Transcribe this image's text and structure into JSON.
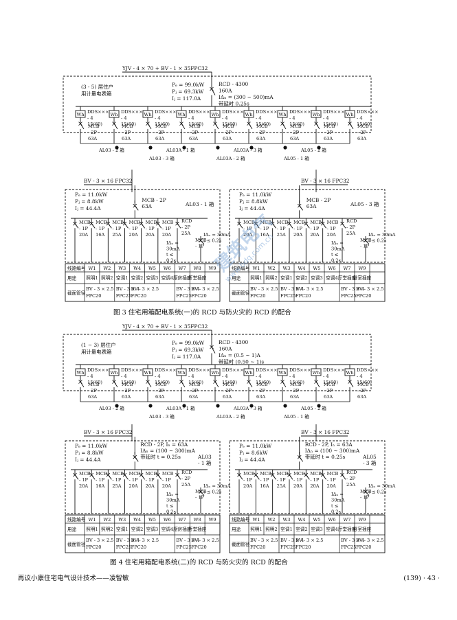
{
  "fig3": {
    "feeder": "YJV - 4 × 70 + BV - 1 × 35FPC32",
    "meter_box": "(3 - 5) 层住户\n用计量电表箱",
    "load": [
      "Pₑ = 99.0kW",
      "Pⱼ = 69.3kW",
      "Iⱼ = 117.0A"
    ],
    "rcd": [
      "RCD - 4300",
      "160A",
      "IΔₙ = (300 ~ 500)mA",
      "带延时 0.25s"
    ],
    "meter_label": "Wh",
    "dds": [
      "DDS×××",
      "- 4",
      "15(60)"
    ],
    "mcb": [
      "MCB",
      "- 2P",
      "63A"
    ],
    "taps": [
      "AL03 - 2 箱",
      "AL03 - 3 箱",
      "AL03A - 1 箱",
      "AL03A - 2 箱",
      "AL03A - 3 箱",
      "AL05 - 1 箱",
      "AL05 - 2 箱"
    ],
    "cable": "BV - 3 × 16 FPC32",
    "left_box": {
      "load": [
        "Pₑ = 11.0kW",
        "Pⱼ = 8.8kW",
        "Iⱼ = 44.4A"
      ],
      "main": [
        "MCB - 2P",
        "63A"
      ],
      "name": "AL03 - 1 箱",
      "branches": [
        [
          "MCB",
          "- 1P",
          "20A"
        ],
        [
          "MCB",
          "- 1P",
          "16A"
        ],
        [
          "MCB",
          "- 1P",
          "25A"
        ],
        [
          "MCB",
          "- 1P",
          "20A"
        ],
        [
          "MCB",
          "- 1P",
          "20A"
        ],
        [
          "MCB",
          "- 1P",
          "20A"
        ]
      ],
      "rcd": [
        "RCD",
        "- 2P",
        "25A",
        "IΔₙ = 30mA",
        "t ≤ 0.2s"
      ],
      "rcd_small": [
        "MCB",
        "- 1P",
        "IΔₙ = 30mA",
        "t ≤ 0.2s"
      ]
    },
    "right_box": {
      "cable": "BV - 3 × 16 FPC32",
      "load": [
        "Pₑ = 11.0kW",
        "Pⱼ = 8.8kW",
        "Iⱼ = 44.4A"
      ],
      "main": [
        "MCB - 2P",
        "63A"
      ],
      "name": "AL05 - 3 箱"
    },
    "table": {
      "rows": [
        "线路编号",
        "用途",
        "截面管径"
      ],
      "left": {
        "codes": [
          "W1",
          "W2",
          "W3",
          "W4",
          "W5",
          "W6",
          "W7",
          "W8",
          "W9"
        ],
        "uses": [
          "照明1",
          "照明2",
          "空调1",
          "空调2",
          "空调3",
          "空调4",
          "厨房插座",
          "厅堂插座",
          ""
        ],
        "sizes": [
          "BV - 3 × 2.5 FPC20",
          "BV - 3 × 4 FPC25",
          "BV - 3 × 2.5 FPC20",
          "BV - 3 × 4 FPC25",
          "BV - 3 × 2.5 FPC20"
        ]
      },
      "right": {
        "codes": [
          "W1",
          "W2",
          "W3",
          "W4",
          "W5",
          "W6",
          "W7",
          "W9"
        ],
        "uses": [
          "照明1",
          "照明2",
          "空调1",
          "空调2",
          "空调3",
          "空调4",
          "厅堂插座",
          "卧室插座"
        ],
        "sizes": [
          "BV - 3 × 2.5 FPC20",
          "BV - 3 × 4 FPC25",
          "BV - 3 × 2.5 FPC20",
          "BV - 3 × 4 FPC25",
          "BV - 3 × 2.5 FPC20"
        ]
      }
    },
    "caption": "图 3   住宅用箱配电系统(一)的 RCD 与防火灾的 RCD 的配合"
  },
  "fig4": {
    "feeder": "YJV - 4 × 70 + BV - 1 × 35FPC32",
    "meter_box": "(1 ~ 3) 层住户\n用计量电表箱",
    "load": [
      "Pₑ = 99.0kW",
      "Pⱼ = 69.3kW",
      "Iⱼ = 117.0A"
    ],
    "rcd": [
      "RCD - 4300",
      "160A",
      "IΔₙ = (0.5 ~ 1)A",
      "带延时 (0.50 ~ 1)s"
    ],
    "taps": [
      "AL03 - 2 箱",
      "AL03 - 3 箱",
      "AL03A - 1 箱",
      "AL03A - 2 箱",
      "AL03A - 3 箱",
      "AL05 - 1 箱",
      "AL05 - 2 箱"
    ],
    "cable": "BV - 3 × 16 FPC32",
    "left_box": {
      "load": [
        "Pₑ = 11.0kW",
        "Pⱼ = 8.8kW",
        "Iⱼ = 44.4A"
      ],
      "rcd_main": [
        "RCD - 2P, Iₙ = 63A",
        "IΔₙ = (100 ~ 300)mA",
        "带延时 t = 0.25s"
      ],
      "name": [
        "AL03",
        "- 1 箱"
      ]
    },
    "right_box": {
      "cable": "BV - 3 × 16 FPC32",
      "load": [
        "Pₑ = 11.0kW",
        "Pⱼ = 8.6kW",
        "Iⱼ = 44.4A"
      ],
      "rcd_main": [
        "RCD - 2P, Iₙ = 63A",
        "IΔₙ = (100 ~ 300)mA",
        "带延时 t = 0.25s"
      ],
      "name": [
        "AL05",
        "- 3 箱"
      ]
    },
    "caption": "图 4   住宅用箱配电系统(二)的 RCD 与防火灾的 RCD 的配合"
  },
  "footer": {
    "left": "再议小康住宅电气设计技术——凌智敏",
    "right": "(139) · 43 ·"
  },
  "watermark": {
    "main": "建筑电气",
    "url": "www.bdq.com.cn"
  }
}
